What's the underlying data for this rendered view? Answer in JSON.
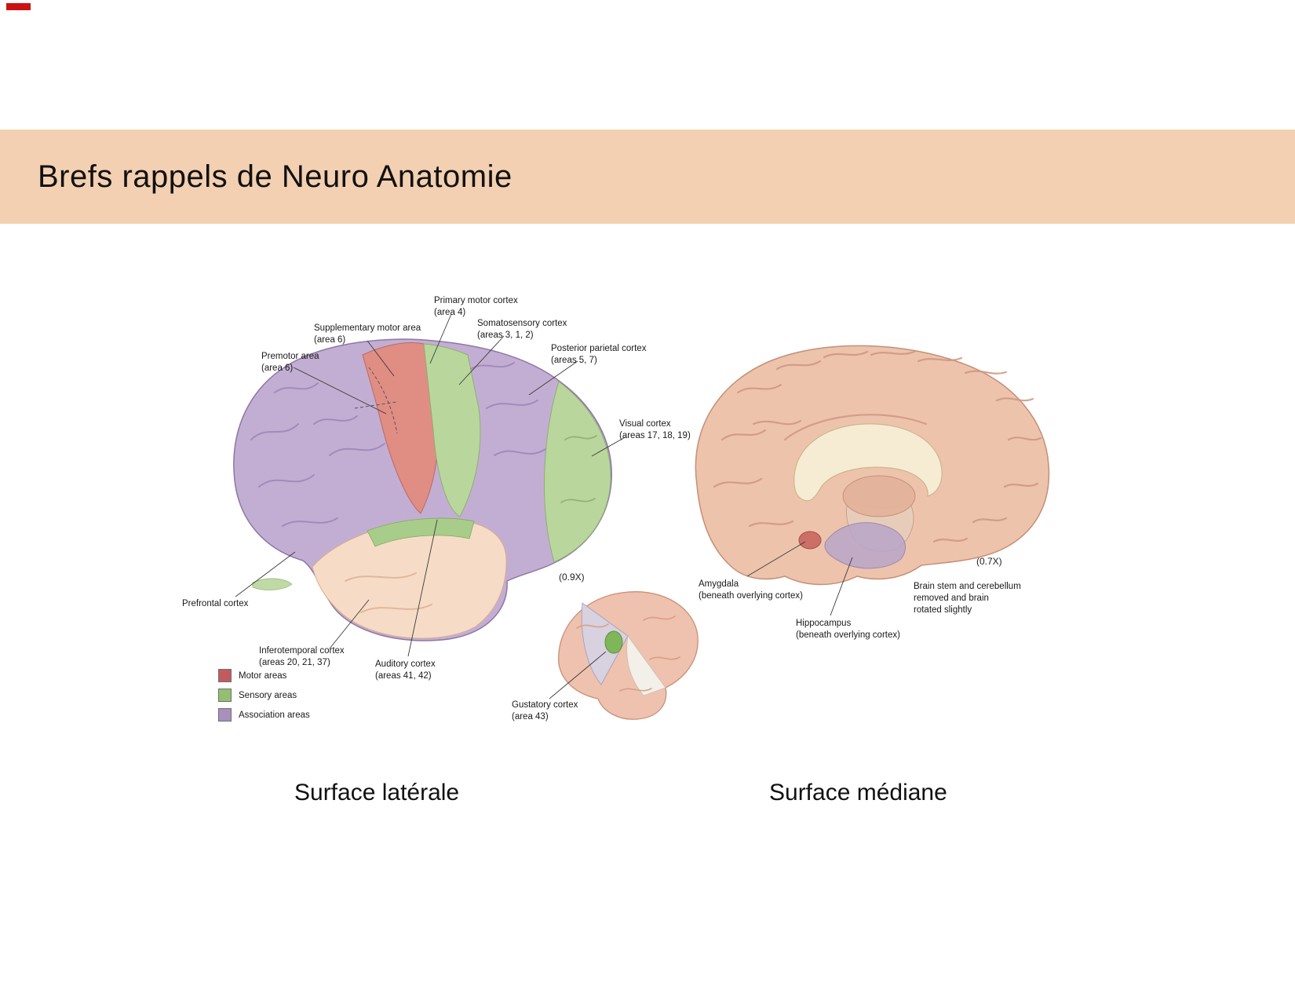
{
  "slide": {
    "title": "Brefs rappels de Neuro Anatomie"
  },
  "lateral": {
    "scale_note": "(0.9X)",
    "labels": {
      "primary_motor": "Primary motor cortex\n(area 4)",
      "supplementary_motor": "Supplementary motor area\n(area 6)",
      "premotor": "Premotor area\n(area 6)",
      "somatosensory": "Somatosensory cortex\n(areas 3, 1, 2)",
      "posterior_parietal": "Posterior parietal cortex\n(areas 5, 7)",
      "visual": "Visual cortex\n(areas 17, 18, 19)",
      "prefrontal": "Prefrontal cortex",
      "inferotemporal": "Inferotemporal cortex\n(areas 20, 21, 37)",
      "auditory": "Auditory cortex\n(areas 41, 42)",
      "gustatory": "Gustatory cortex\n(area 43)"
    },
    "legend": [
      {
        "label": "Motor areas",
        "color": "#c25b5f"
      },
      {
        "label": "Sensory areas",
        "color": "#92bf72"
      },
      {
        "label": "Association areas",
        "color": "#a88fbe"
      }
    ]
  },
  "medial": {
    "scale_note": "(0.7X)",
    "labels": {
      "amygdala": "Amygdala\n(beneath overlying cortex)",
      "hippocampus": "Hippocampus\n(beneath overlying cortex)",
      "note": "Brain stem and cerebellum\nremoved and brain\nrotated slightly"
    }
  },
  "captions": {
    "left": "Surface latérale",
    "right": "Surface médiane"
  },
  "colors": {
    "banner": "#f3d0b1",
    "motor": "#e08d84",
    "sensory": "#b9d79c",
    "association": "#c3aed3",
    "cortex_pink": "#edc3ac"
  }
}
